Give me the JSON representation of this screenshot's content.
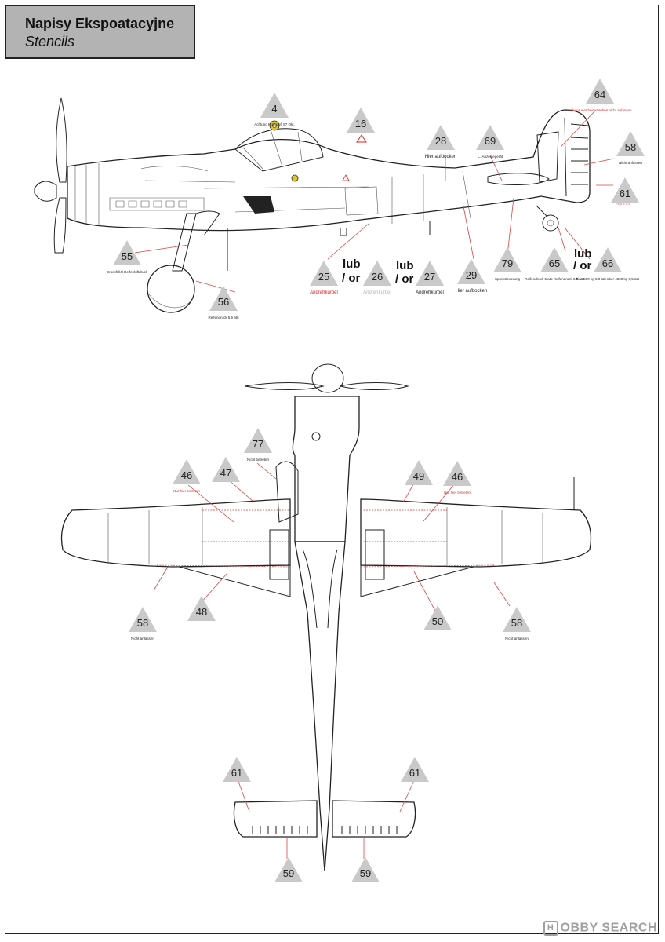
{
  "header": {
    "title": "Napisy Ekspoatacyjne",
    "subtitle": "Stencils"
  },
  "separator_text": "lub\n/ or",
  "side_view": {
    "markers": [
      {
        "id": "m4",
        "number": "4",
        "caption": "Achtung Kraftstoff 87 Okt."
      },
      {
        "id": "m16",
        "number": "16",
        "caption": ""
      },
      {
        "id": "m28",
        "number": "28",
        "caption": "Hier aufbocken"
      },
      {
        "id": "m69",
        "number": "69",
        "caption": "← Anzeigegerät"
      },
      {
        "id": "m64",
        "number": "64",
        "caption": "Höhenruder beim Drehen nicht anfassen"
      },
      {
        "id": "m58",
        "number": "58",
        "caption": "Nicht anfassen"
      },
      {
        "id": "m61",
        "number": "61",
        "caption": ""
      },
      {
        "id": "m55",
        "number": "55",
        "caption": "Druckfüllöl Reifenluftdruck"
      },
      {
        "id": "m56",
        "number": "56",
        "caption": "Reifendruck 5,5 atü"
      },
      {
        "id": "m25",
        "number": "25",
        "caption": "Andrehkurbel"
      },
      {
        "id": "m26",
        "number": "26",
        "caption": "Andrehkurbel"
      },
      {
        "id": "m27",
        "number": "27",
        "caption": "Andrehkurbel"
      },
      {
        "id": "m29",
        "number": "29",
        "caption": "Hier aufbocken"
      },
      {
        "id": "m79",
        "number": "79",
        "caption": "Spornsteuerung"
      },
      {
        "id": "m65",
        "number": "65",
        "caption": "Reifendruck 5 atü  Reifendruck 5,5 atü"
      },
      {
        "id": "m66",
        "number": "66",
        "caption": "bis 4500 kg 5,0 atü  über 4500 kg 5,5 atü"
      }
    ]
  },
  "top_view": {
    "markers": [
      {
        "id": "t77",
        "number": "77",
        "caption": "Nicht betreten"
      },
      {
        "id": "t46a",
        "number": "46",
        "caption": "Nur hier betreten"
      },
      {
        "id": "t47",
        "number": "47",
        "caption": ""
      },
      {
        "id": "t49",
        "number": "49",
        "caption": ""
      },
      {
        "id": "t46b",
        "number": "46",
        "caption": "Nur hier betreten"
      },
      {
        "id": "t58a",
        "number": "58",
        "caption": "Nicht anfassen"
      },
      {
        "id": "t48",
        "number": "48",
        "caption": ""
      },
      {
        "id": "t50",
        "number": "50",
        "caption": ""
      },
      {
        "id": "t58b",
        "number": "58",
        "caption": "Nicht anfassen"
      },
      {
        "id": "t61a",
        "number": "61",
        "caption": ""
      },
      {
        "id": "t61b",
        "number": "61",
        "caption": ""
      },
      {
        "id": "t59a",
        "number": "59",
        "caption": ""
      },
      {
        "id": "t59b",
        "number": "59",
        "caption": ""
      }
    ]
  },
  "watermark": {
    "badge": "H",
    "text": "OBBY SEARCH"
  },
  "colors": {
    "marker_fill": "#c9c9c9",
    "title_bg": "#b3b3b3",
    "red_text": "#d22222",
    "yellow_roundel": "#e6c619"
  }
}
